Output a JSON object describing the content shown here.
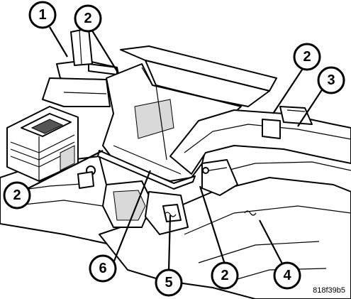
{
  "figure_id": "818f39b5",
  "callouts": [
    {
      "label": "1"
    },
    {
      "label": "2"
    },
    {
      "label": "2"
    },
    {
      "label": "3"
    },
    {
      "label": "2"
    },
    {
      "label": "6"
    },
    {
      "label": "5"
    },
    {
      "label": "2"
    },
    {
      "label": "4"
    }
  ]
}
